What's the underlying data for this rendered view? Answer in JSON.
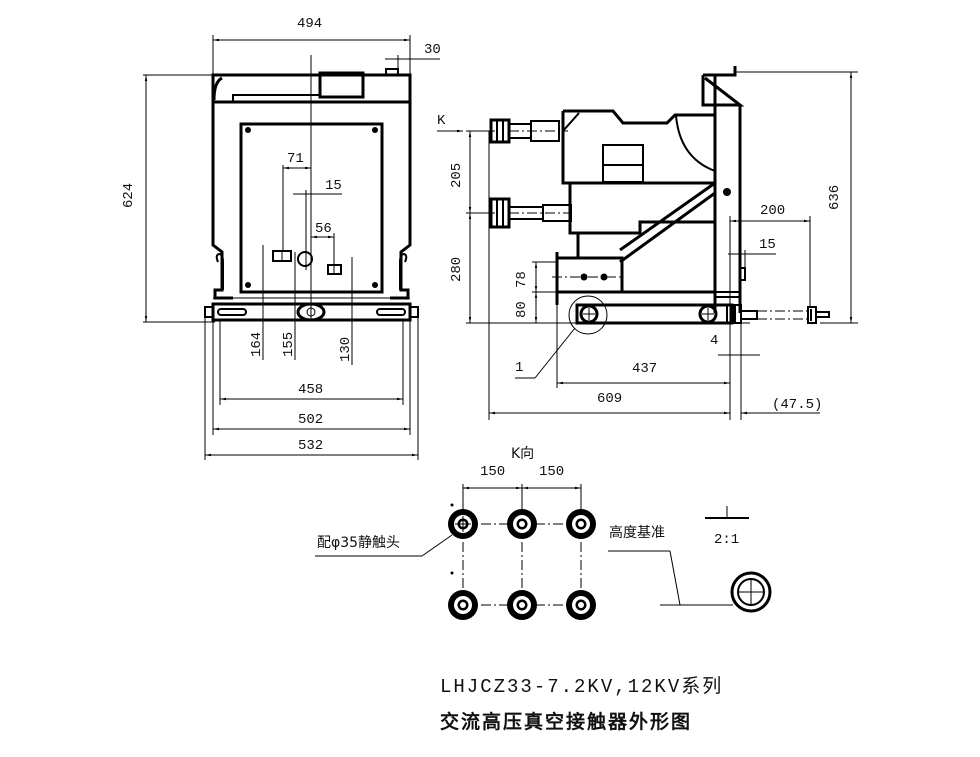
{
  "drawing": {
    "title_line1": "LHJCZ33-7.2KV,12KV系列",
    "title_line2": "交流高压真空接触器外形图",
    "front_view": {
      "dimensions": {
        "overall_width_top": "494",
        "top_offset": "30",
        "overall_height": "624",
        "h71": "71",
        "h15": "15",
        "h56": "56",
        "v164": "164",
        "v155": "155",
        "v130": "130",
        "w458": "458",
        "w502": "502",
        "w532": "532"
      }
    },
    "side_view": {
      "view_marker": "K",
      "dimensions": {
        "v205": "205",
        "v280": "280",
        "v78": "78",
        "v80": "80",
        "overall_height": "636",
        "h200": "200",
        "h15": "15",
        "h4": "4",
        "w437": "437",
        "w609": "609",
        "w47_5": "(47.5)"
      },
      "detail_callout": "1"
    },
    "k_view": {
      "label": "K向",
      "spacing_left": "150",
      "spacing_right": "150",
      "contact_note": "配φ35静触头",
      "rows": 2,
      "cols": 3
    },
    "detail_view": {
      "label": "I",
      "scale": "2:1",
      "reference_note": "高度基准"
    }
  },
  "colors": {
    "line": "#000000",
    "background": "#ffffff"
  }
}
